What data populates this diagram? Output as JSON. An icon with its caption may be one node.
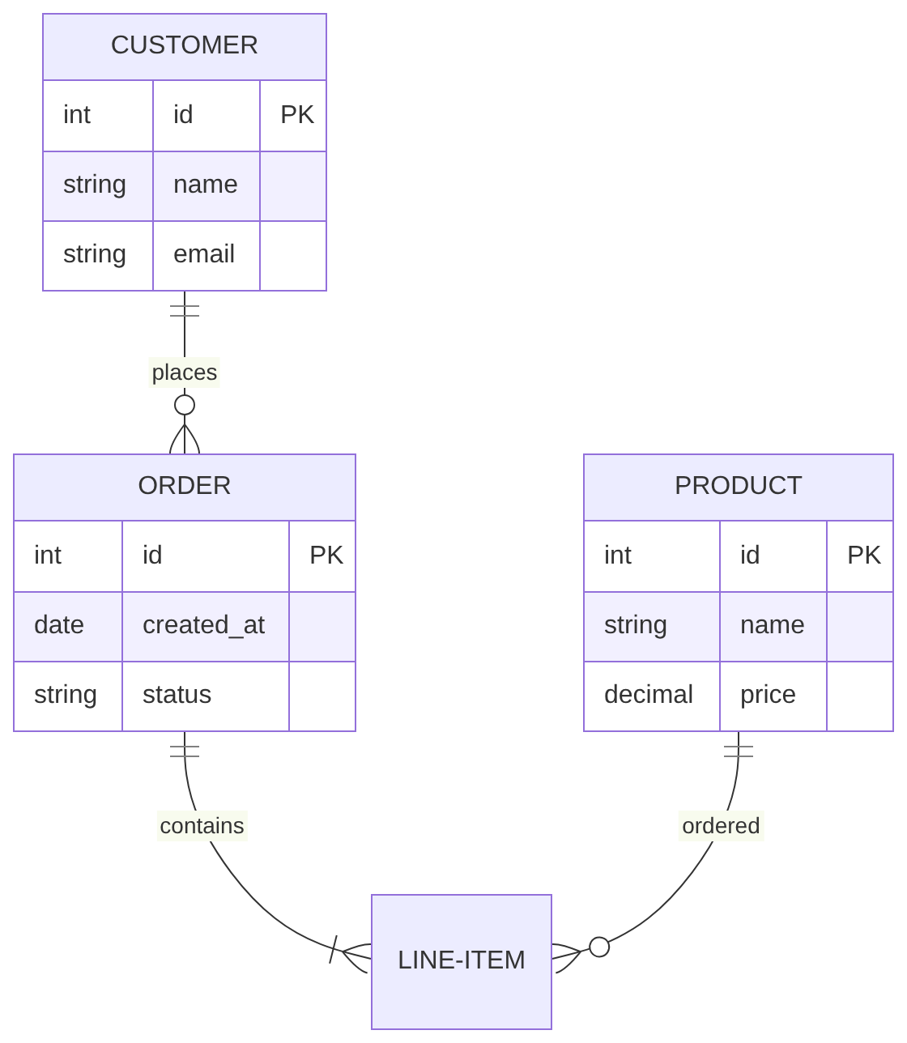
{
  "diagram": {
    "nodes": [
      {
        "text": [
          "CUSTOMER"
        ]
      },
      {
        "text": [
          "int",
          "id",
          "PK"
        ],
        "in": 0
      },
      {
        "text": [
          "string",
          "name"
        ],
        "in": 0
      },
      {
        "text": [
          "string",
          "email"
        ],
        "in": 0
      },
      {
        "text": [
          "ORDER"
        ]
      },
      {
        "text": [
          "int",
          "id",
          "PK"
        ],
        "in": 4
      },
      {
        "text": [
          "date",
          "created_at"
        ],
        "in": 4
      },
      {
        "text": [
          "string",
          "status"
        ],
        "in": 4
      },
      {
        "text": [
          "PRODUCT"
        ]
      },
      {
        "text": [
          "int",
          "id",
          "PK"
        ],
        "in": 8
      },
      {
        "text": [
          "string",
          "name"
        ],
        "in": 8
      },
      {
        "text": [
          "decimal",
          "price"
        ],
        "in": 8
      },
      {
        "text": [
          "LINE-ITEM"
        ]
      }
    ],
    "edges": [
      {
        "from": 0,
        "to": 4,
        "arrow": "other",
        "label": "places"
      },
      {
        "from": 4,
        "to": 12,
        "arrow": "other",
        "label": "contains"
      },
      {
        "from": 8,
        "to": 12,
        "arrow": "other",
        "label": "ordered"
      }
    ]
  }
}
